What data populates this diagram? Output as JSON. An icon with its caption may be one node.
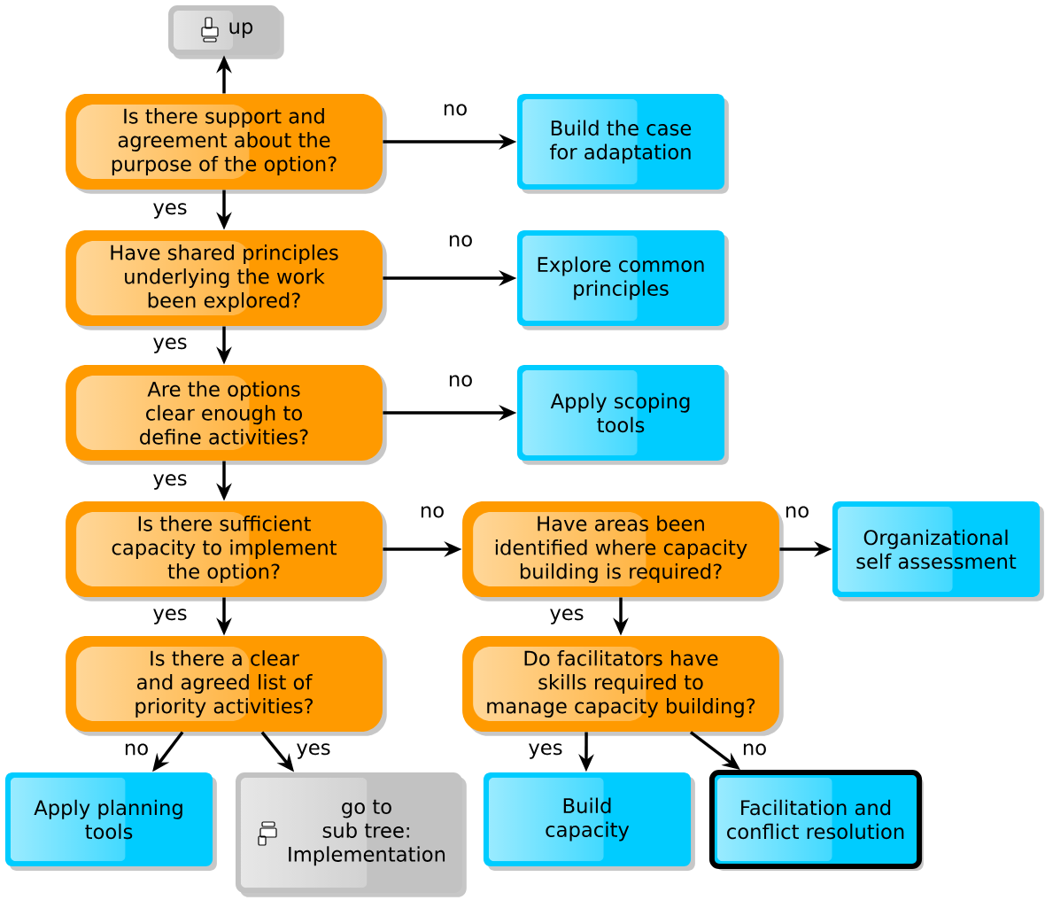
{
  "diagram": {
    "nodes": [
      {
        "text": [
          "up"
        ]
      },
      {
        "text": [
          "Is there support and agreement about the purpose of the option?"
        ]
      },
      {
        "text": [
          "Build the case for adaptation"
        ]
      },
      {
        "text": [
          "Have shared principles underlying the work been explored?"
        ]
      },
      {
        "text": [
          "Explore common principles"
        ]
      },
      {
        "text": [
          "Are the options clear enough to define activities?"
        ]
      },
      {
        "text": [
          "Apply scoping tools"
        ]
      },
      {
        "text": [
          "Is there sufficient capacity to implement the option?"
        ]
      },
      {
        "text": [
          "Have areas been identified where capacity building is required?"
        ]
      },
      {
        "text": [
          "Organizational self assessment"
        ]
      },
      {
        "text": [
          "Is there a clear and agreed list of priority activities?"
        ]
      },
      {
        "text": [
          "Do facilitators have skills required to manage capacity building?"
        ]
      },
      {
        "text": [
          "Apply planning tools"
        ]
      },
      {
        "text": [
          "go to sub tree: Implementation"
        ]
      },
      {
        "text": [
          "Build capacity"
        ]
      },
      {
        "text": [
          "Facilitation and conflict resolution"
        ]
      }
    ],
    "edges": [
      {
        "from": 1,
        "to": 0,
        "arrow": "to"
      },
      {
        "from": 1,
        "to": 2,
        "arrow": "to",
        "label": "no"
      },
      {
        "from": 1,
        "to": 3,
        "arrow": "to",
        "label": "yes"
      },
      {
        "from": 3,
        "to": 4,
        "arrow": "to",
        "label": "no"
      },
      {
        "from": 3,
        "to": 5,
        "arrow": "to",
        "label": "yes"
      },
      {
        "from": 5,
        "to": 6,
        "arrow": "to",
        "label": "no"
      },
      {
        "from": 5,
        "to": 7,
        "arrow": "to",
        "label": "yes"
      },
      {
        "from": 7,
        "to": 8,
        "arrow": "to",
        "label": "no"
      },
      {
        "from": 8,
        "to": 9,
        "arrow": "to",
        "label": "no"
      },
      {
        "from": 7,
        "to": 10,
        "arrow": "to",
        "label": "yes"
      },
      {
        "from": 8,
        "to": 11,
        "arrow": "to",
        "label": "yes"
      },
      {
        "from": 10,
        "to": 12,
        "arrow": "to",
        "label": "no"
      },
      {
        "from": 10,
        "to": 13,
        "arrow": "to",
        "label": "yes"
      },
      {
        "from": 11,
        "to": 14,
        "arrow": "to",
        "label": "yes"
      },
      {
        "from": 11,
        "to": 15,
        "arrow": "to",
        "label": "no"
      }
    ]
  }
}
